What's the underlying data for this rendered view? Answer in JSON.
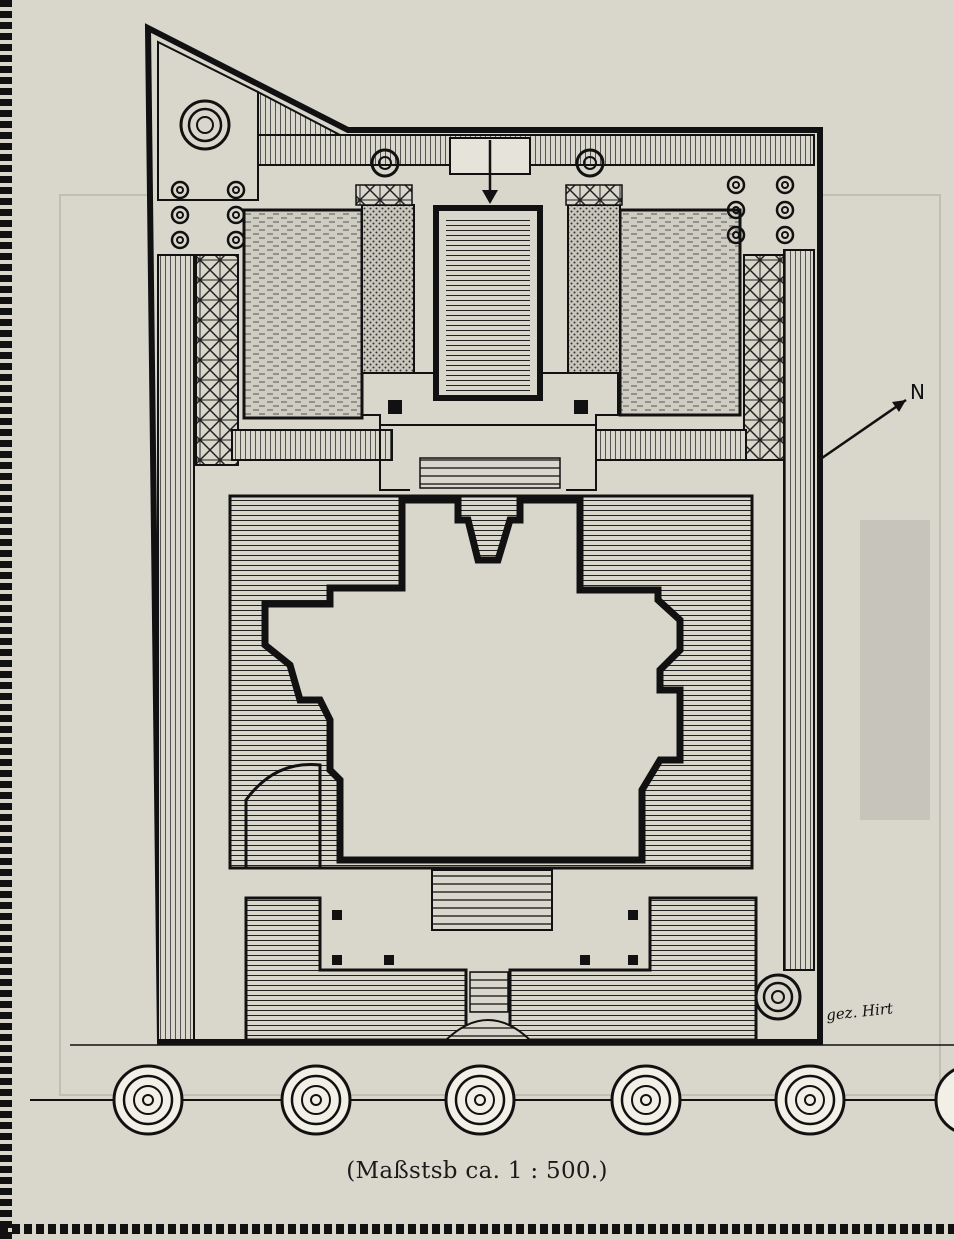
{
  "caption": "(Maßstsb ca. 1 : 500.)",
  "north_label": "N",
  "signature": "gez. Hirt",
  "colors": {
    "paper": "#d9d6cc",
    "ink": "#111111"
  },
  "icons": [
    "north-arrow-icon",
    "tree-icon",
    "scale-border"
  ]
}
